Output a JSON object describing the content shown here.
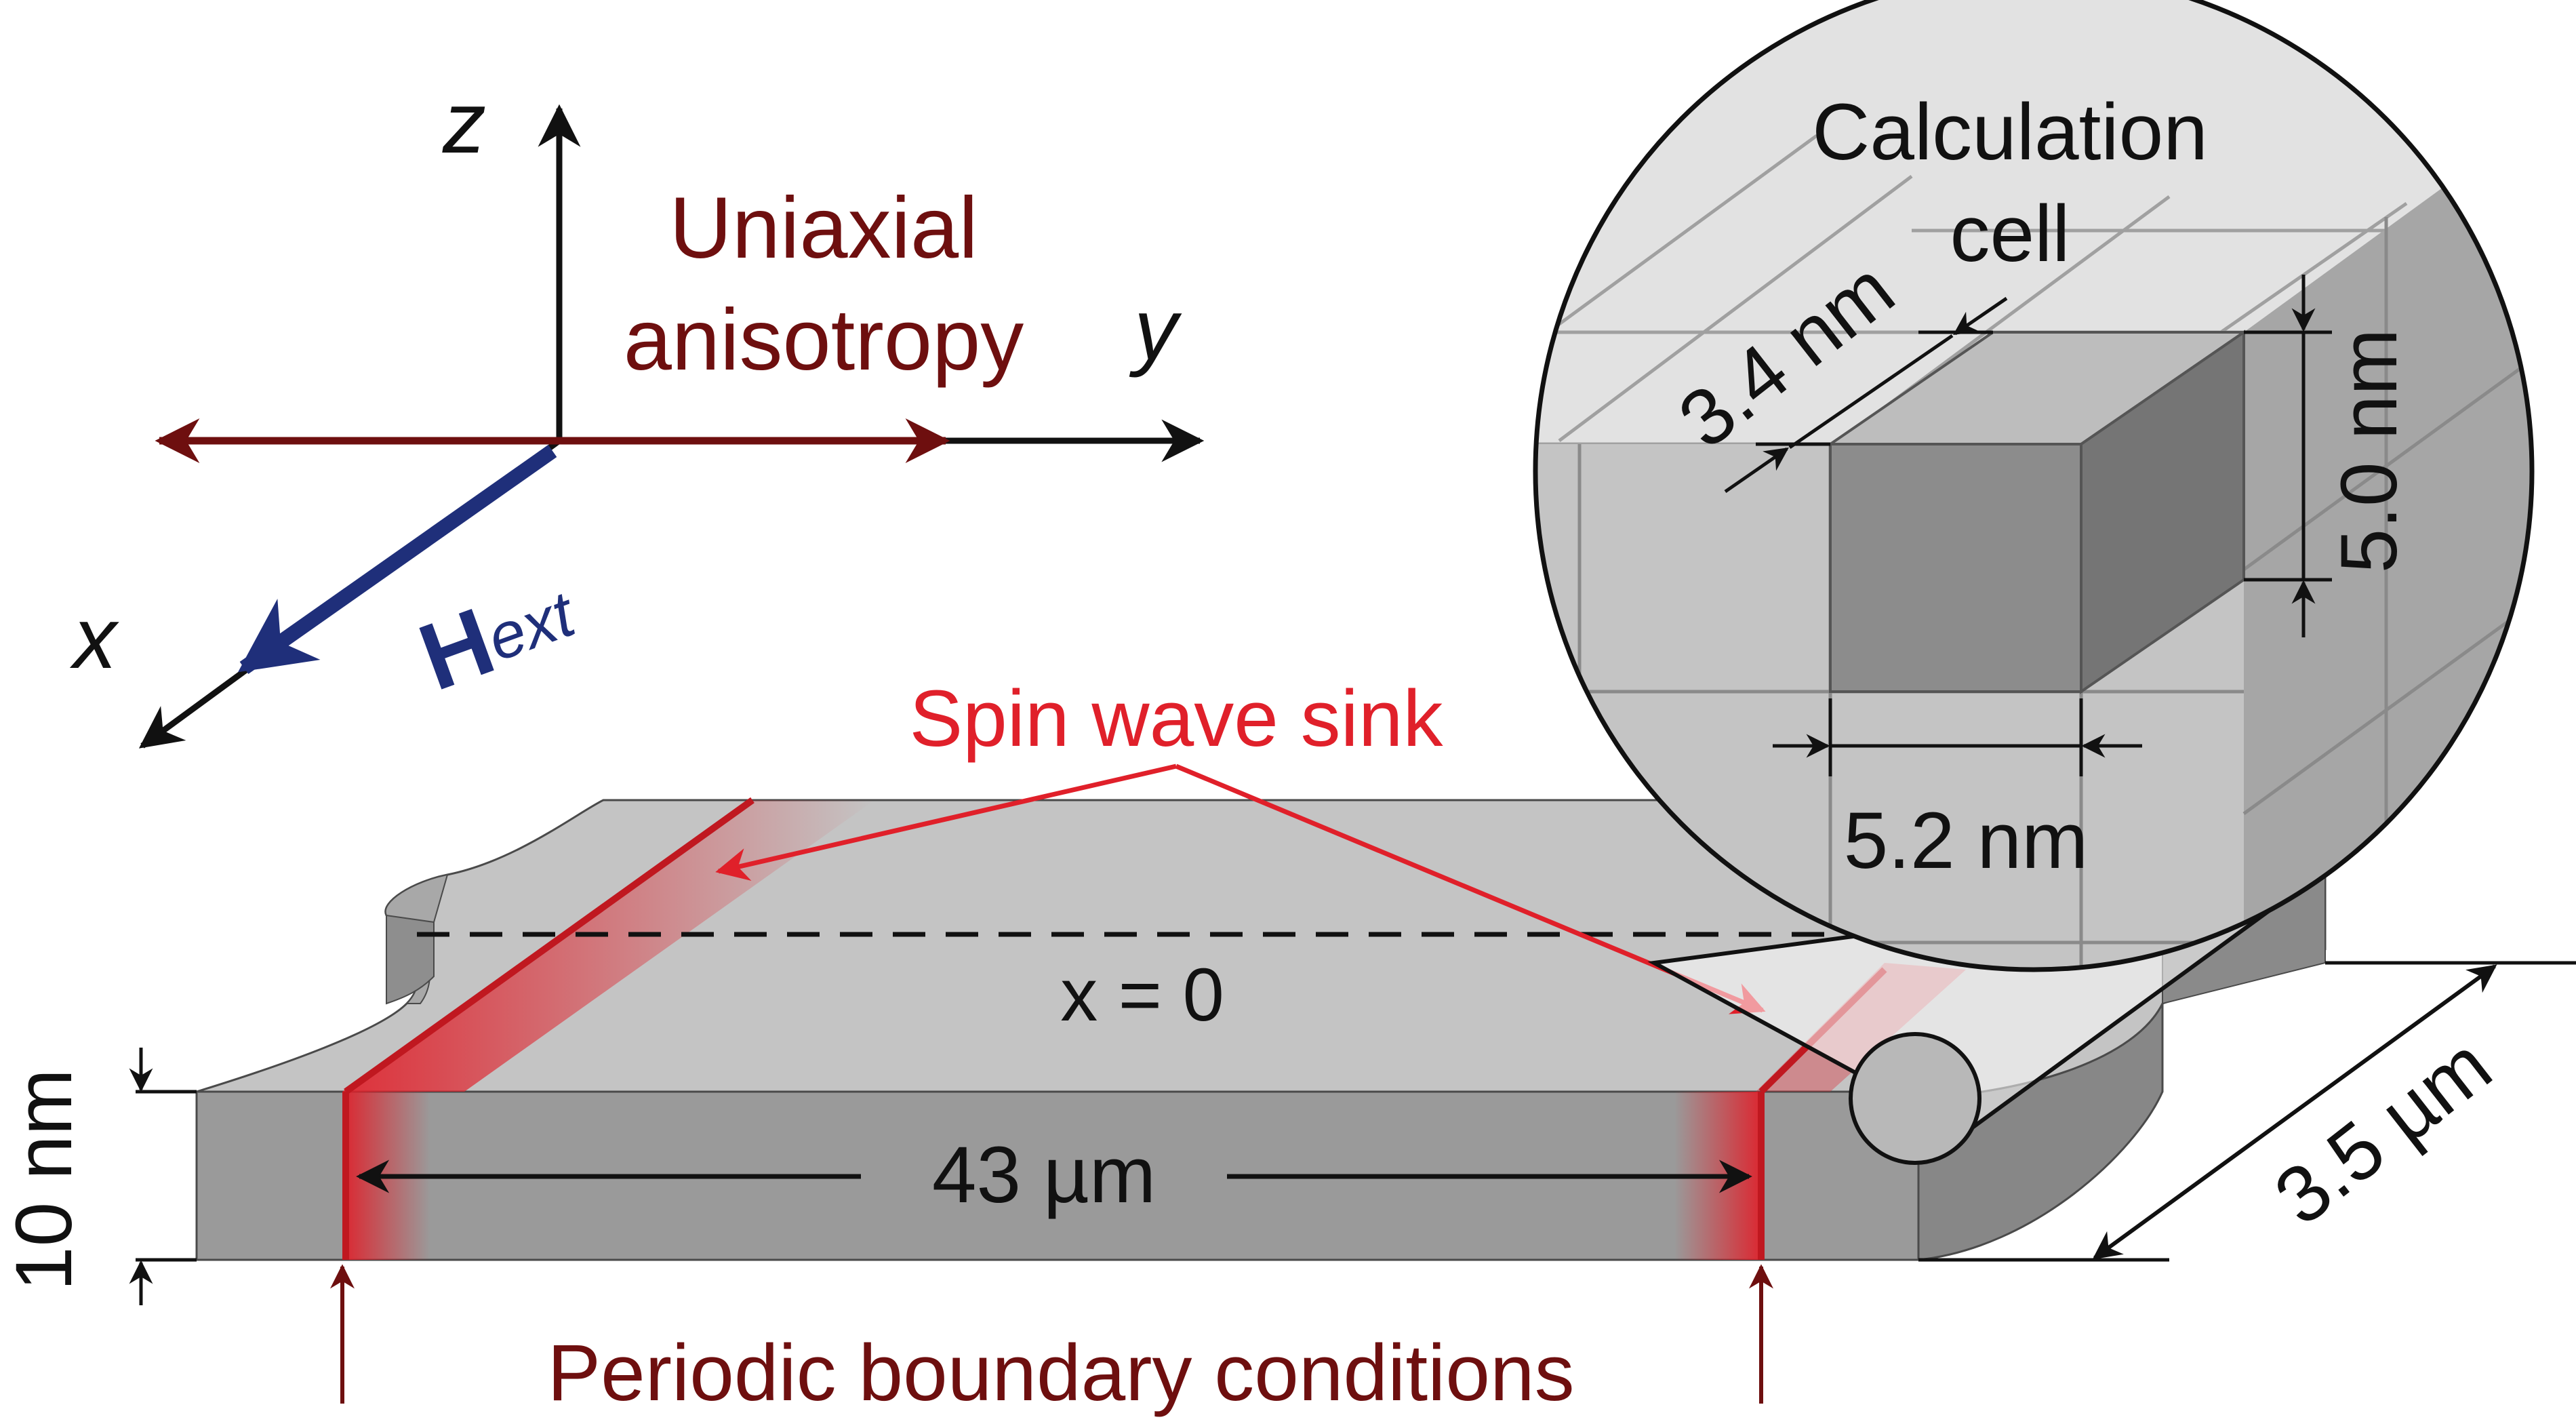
{
  "axes": {
    "z": "z",
    "y": "y",
    "x": "x"
  },
  "anisotropy": {
    "line1": "Uniaxial",
    "line2": "anisotropy"
  },
  "field": {
    "main": "H",
    "sub": "ext"
  },
  "sink_label": "Spin wave sink",
  "x_zero_label": "x = 0",
  "dimensions": {
    "length": "43 µm",
    "thickness": "10 nm",
    "width": "3.5 µm"
  },
  "periodic_label": "Periodic boundary conditions",
  "zoom": {
    "title_line1": "Calculation",
    "title_line2": "cell",
    "dx": "5.2 nm",
    "dy": "3.4 nm",
    "dz": "5.0 nm"
  },
  "colors": {
    "slab_top": "#c4c4c4",
    "slab_front": "#9a9a9a",
    "slab_side": "#878787",
    "sink_red": "#e0202a",
    "anisotropy_dark_red": "#6e0f0f",
    "field_blue": "#1f2f7a",
    "ink": "#111111"
  }
}
